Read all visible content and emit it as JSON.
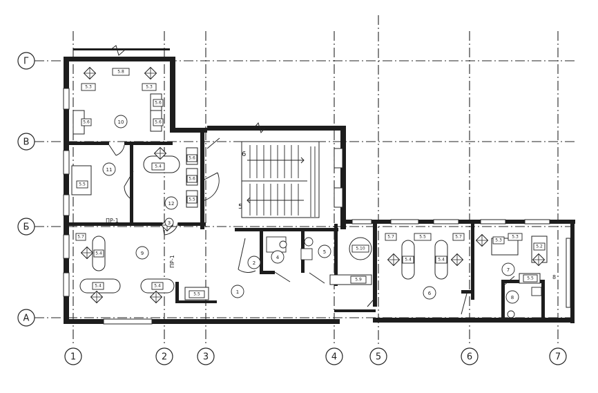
{
  "axes_numeric": [
    {
      "id": "ax-1",
      "label": "1"
    },
    {
      "id": "ax-2",
      "label": "2"
    },
    {
      "id": "ax-3",
      "label": "3"
    },
    {
      "id": "ax-4",
      "label": "4"
    },
    {
      "id": "ax-5",
      "label": "5"
    },
    {
      "id": "ax-6",
      "label": "6"
    },
    {
      "id": "ax-7",
      "label": "7"
    }
  ],
  "axes_letter": [
    {
      "id": "ax-g",
      "label": "Г"
    },
    {
      "id": "ax-v",
      "label": "В"
    },
    {
      "id": "ax-b",
      "label": "Б"
    },
    {
      "id": "ax-a",
      "label": "А"
    }
  ],
  "rooms": [
    "10",
    "11",
    "12",
    "9",
    "1",
    "2",
    "4",
    "5",
    "6",
    "7",
    "8",
    "3"
  ],
  "equipment_tags": [
    "5.8",
    "5.3",
    "5.3",
    "5.6",
    "5.6",
    "5.6",
    "5.5",
    "5.4",
    "5.6",
    "5.6",
    "5.5",
    "5.7",
    "5.4",
    "5.4",
    "5.4",
    "5.5",
    "5.10",
    "5.9",
    "5.7",
    "5.5",
    "5.7",
    "5.4",
    "5.4",
    "5.3",
    "5.3",
    "5.2",
    "5.5"
  ],
  "labels": {
    "pr_1_h": "ПР-1",
    "pr_1_v": "ПР-1",
    "stair_upper": "6",
    "stair_lower": "5",
    "misc_8": "8"
  }
}
